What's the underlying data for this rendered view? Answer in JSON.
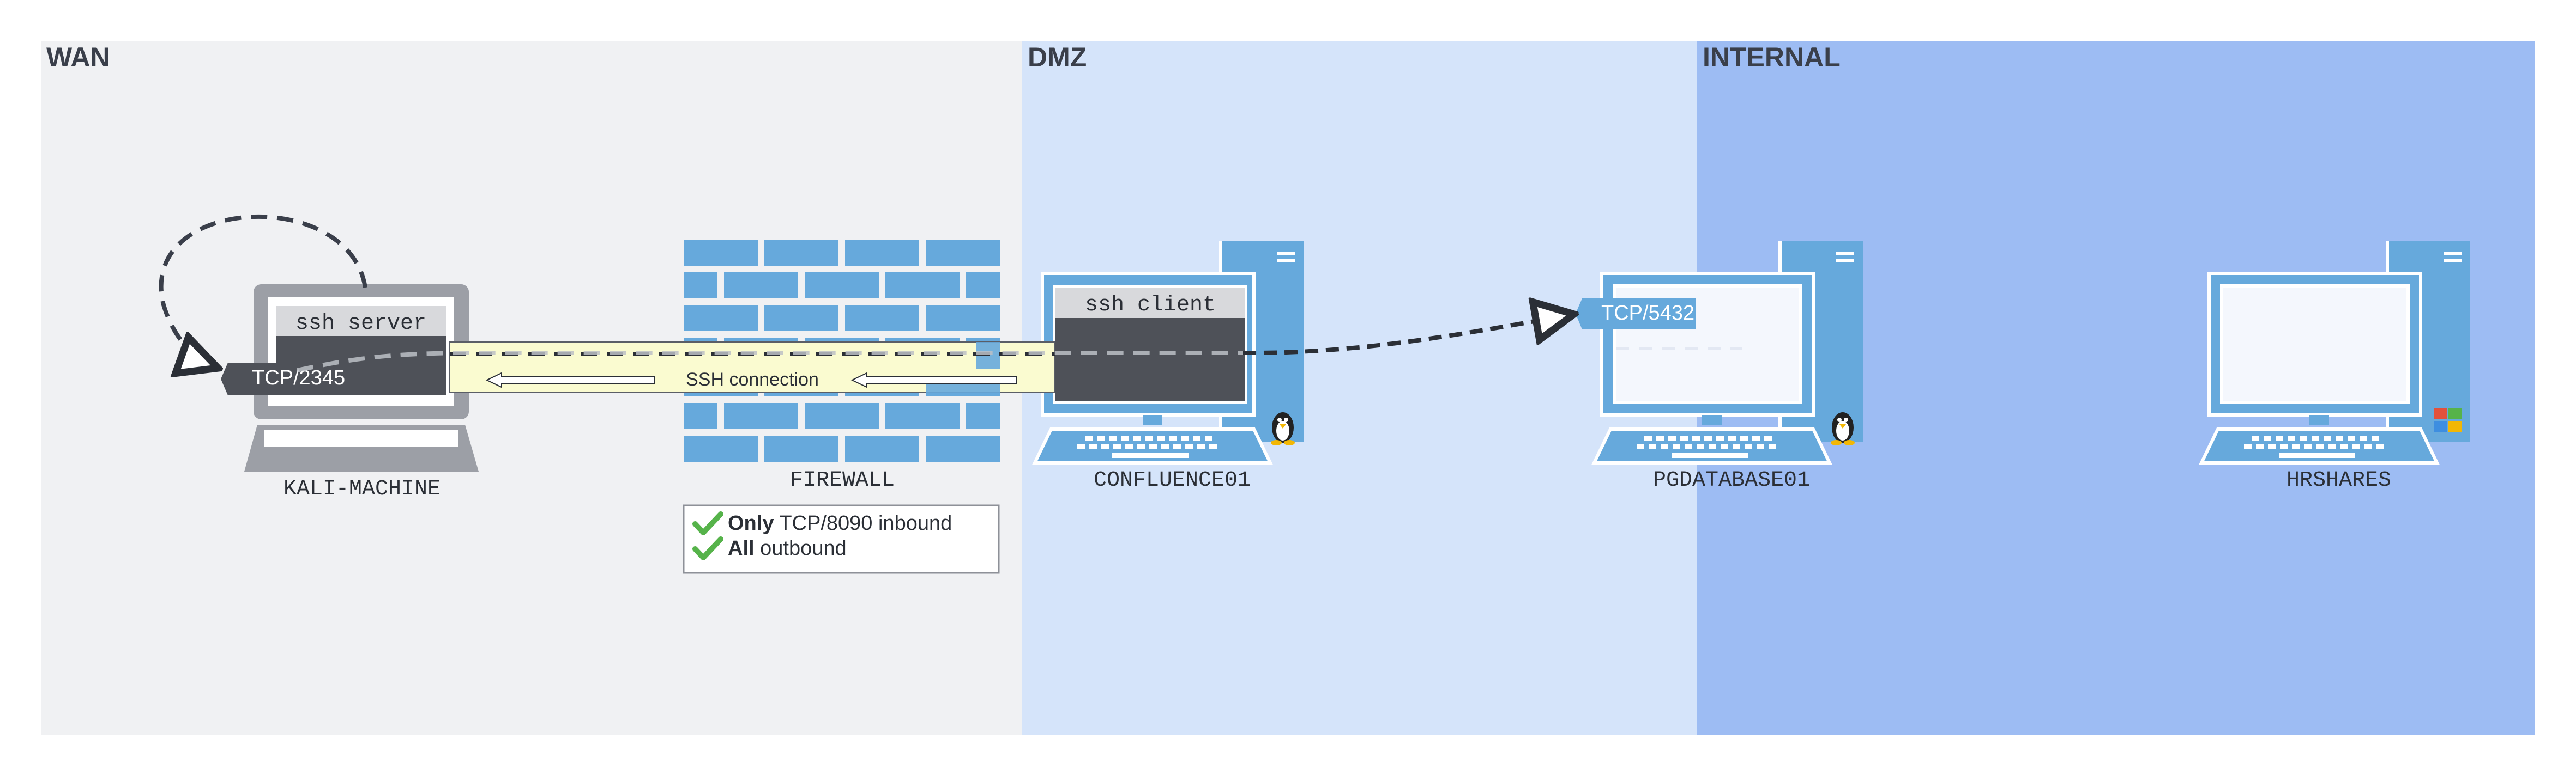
{
  "zones": [
    {
      "id": "wan",
      "title": "WAN",
      "color": "#f0f1f3"
    },
    {
      "id": "dmz",
      "title": "DMZ",
      "color": "#d5e4fa"
    },
    {
      "id": "internal",
      "title": "INTERNAL",
      "color": "#9dbcf3"
    }
  ],
  "hosts": {
    "kali": {
      "label": "KALI-MACHINE",
      "terminal_title": "ssh server",
      "port": "TCP/2345"
    },
    "firewall": {
      "label": "FIREWALL"
    },
    "confluence": {
      "label": "CONFLUENCE01",
      "terminal_title": "ssh client"
    },
    "pgdatabase": {
      "label": "PGDATABASE01",
      "port": "TCP/5432"
    },
    "hrshares": {
      "label": "HRSHARES"
    }
  },
  "tunnel": {
    "label": "SSH connection"
  },
  "firewall_rules": [
    {
      "bold": "Only",
      "rest": " TCP/8090 inbound"
    },
    {
      "bold": "All",
      "rest": " outbound"
    }
  ],
  "colors": {
    "device_blue": "#66a9dc",
    "laptop_gray": "#9c9fa6",
    "terminal_dark": "#4e5158",
    "terminal_bar": "#d8d9dc",
    "tunnel_fill": "#fafbd0",
    "check_green": "#56b34a",
    "port_tag_dark": "#4e5158",
    "port_tag_blue": "#66a9dc"
  },
  "icons": {
    "linux": "tux-icon",
    "windows": "windows-logo-icon",
    "check": "check-icon"
  }
}
